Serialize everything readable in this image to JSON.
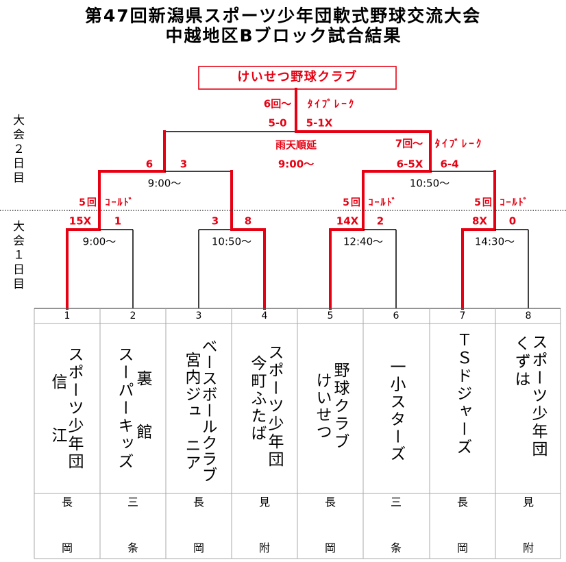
{
  "colors": {
    "accent": "#e60012",
    "text": "#000000"
  },
  "title": {
    "line1": "第47回新潟県スポーツ少年団軟式野球交流大会",
    "line2": "中越地区Bブロック試合結果"
  },
  "champion": {
    "name": "けいせつ野球クラブ"
  },
  "day_labels": {
    "day2": "大会２日目",
    "day1": "大会１日目"
  },
  "final": {
    "innings": "6回～",
    "tiebreak": "ﾀｲﾌﾞﾚｰｸ",
    "score_left": "5-0",
    "score_right": "5-1X",
    "postponed_note": "雨天順延",
    "start_time": "9:00～"
  },
  "semifinals": [
    {
      "score_left": "6",
      "score_right": "3",
      "start_time": "9:00～"
    },
    {
      "innings": "7回～",
      "tiebreak": "ﾀｲﾌﾞﾚｰｸ",
      "score_left": "6-5X",
      "score_right": "6-4",
      "start_time": "10:50～"
    }
  ],
  "first_round": [
    {
      "score_left": "15X",
      "score_right": "1",
      "start_time": "9:00～",
      "innings": "5回",
      "called": "ｺｰﾙﾄﾞ"
    },
    {
      "score_left": "3",
      "score_right": "8",
      "start_time": "10:50～"
    },
    {
      "score_left": "14X",
      "score_right": "2",
      "start_time": "12:40～",
      "innings": "5回",
      "called": "ｺｰﾙﾄﾞ"
    },
    {
      "score_left": "8X",
      "score_right": "0",
      "start_time": "14:30～",
      "innings": "5回",
      "called": "ｺｰﾙﾄﾞ"
    }
  ],
  "teams": [
    {
      "number": "1",
      "name_lines": [
        "スポーツ少年団",
        "信　　江"
      ],
      "city": [
        "長",
        "岡"
      ]
    },
    {
      "number": "2",
      "name_lines": [
        "裏　　館",
        "スーパーキッズ"
      ],
      "city": [
        "三",
        "条"
      ]
    },
    {
      "number": "3",
      "name_lines": [
        "ベースボールクラブ",
        "宮内ジュ　ニア"
      ],
      "city": [
        "長",
        "岡"
      ]
    },
    {
      "number": "4",
      "name_lines": [
        "スポーツ少年団",
        "今町ふたば"
      ],
      "city": [
        "見",
        "附"
      ]
    },
    {
      "number": "5",
      "name_lines": [
        "野球クラブ",
        "けいせつ"
      ],
      "city": [
        "長",
        "岡"
      ]
    },
    {
      "number": "6",
      "name_lines": [
        "一小スターズ"
      ],
      "city": [
        "三",
        "条"
      ]
    },
    {
      "number": "7",
      "name_lines": [
        "ＴＳドジャーズ"
      ],
      "city": [
        "長",
        "岡"
      ]
    },
    {
      "number": "8",
      "name_lines": [
        "スポーツ少年団",
        "くずは"
      ],
      "city": [
        "見",
        "附"
      ]
    }
  ]
}
